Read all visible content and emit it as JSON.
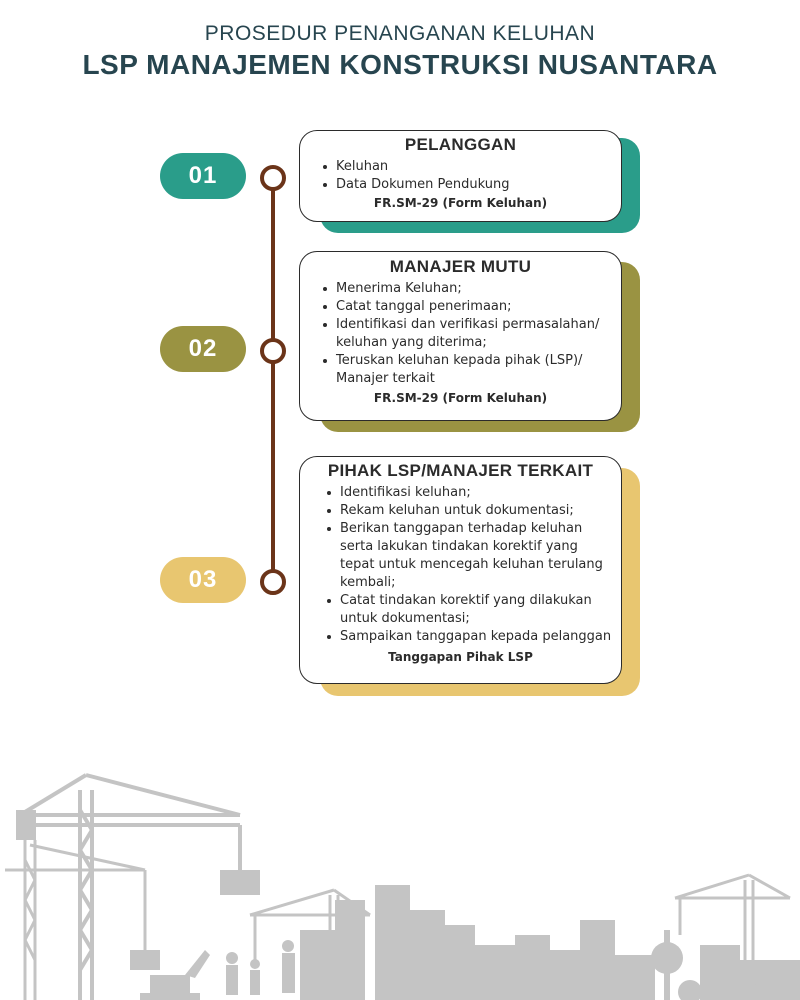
{
  "header": {
    "subtitle": "PROSEDUR PENANGANAN KELUHAN",
    "title": "LSP MANAJEMEN KONSTRUKSI NUSANTARA"
  },
  "colors": {
    "teal": "#2a9d8a",
    "olive": "#9a9342",
    "gold": "#e8c670",
    "timeline": "#6b3419",
    "heading": "#27454f",
    "skyline": "#c4c4c4"
  },
  "steps": [
    {
      "number": "01",
      "title": "PELANGGAN",
      "items": [
        "Keluhan",
        "Data Dokumen Pendukung"
      ],
      "footer": "FR.SM-29 (Form Keluhan)"
    },
    {
      "number": "02",
      "title": "MANAJER MUTU",
      "items": [
        "Menerima Keluhan;",
        "Catat tanggal penerimaan;",
        "Identifikasi dan verifikasi permasalahan/ keluhan yang diterima;",
        "Teruskan keluhan kepada pihak (LSP)/ Manajer terkait"
      ],
      "footer": "FR.SM-29 (Form Keluhan)"
    },
    {
      "number": "03",
      "title": "PIHAK LSP/MANAJER TERKAIT",
      "items": [
        "Identifikasi keluhan;",
        "Rekam keluhan untuk dokumentasi;",
        "Berikan tanggapan terhadap keluhan serta lakukan tindakan korektif yang tepat untuk mencegah keluhan terulang kembali;",
        "Catat tindakan korektif yang dilakukan untuk dokumentasi;",
        "Sampaikan tanggapan kepada pelanggan"
      ],
      "footer": "Tanggapan Pihak LSP"
    }
  ]
}
